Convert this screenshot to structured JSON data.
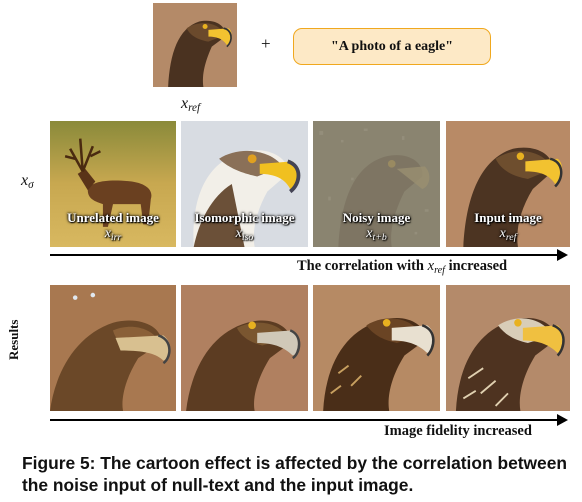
{
  "top": {
    "reference_var": "x",
    "reference_sub": "ref",
    "plus": "+",
    "prompt": "\"A photo of a eagle\""
  },
  "row1": {
    "label_var": "x",
    "label_sub": "σ",
    "images": [
      {
        "title": "Unrelated image",
        "var": "x",
        "sub": "irr"
      },
      {
        "title": "Isomorphic image",
        "var": "x",
        "sub": "iso"
      },
      {
        "title": "Noisy image",
        "var": "x",
        "sub": "t+b"
      },
      {
        "title": "Input image",
        "var": "x",
        "sub": "ref"
      }
    ],
    "arrow_label_pre": "The correlation with ",
    "arrow_label_var": "x",
    "arrow_label_sub": "ref",
    "arrow_label_post": " increased"
  },
  "row2": {
    "label": "Results",
    "arrow_label": "Image fidelity increased"
  },
  "caption": "Figure 5: The cartoon effect is affected by the correlation between the noise input of null-text and the input image.",
  "colors": {
    "prompt_fill": "#fde9c6",
    "prompt_border": "#f0a81e"
  }
}
